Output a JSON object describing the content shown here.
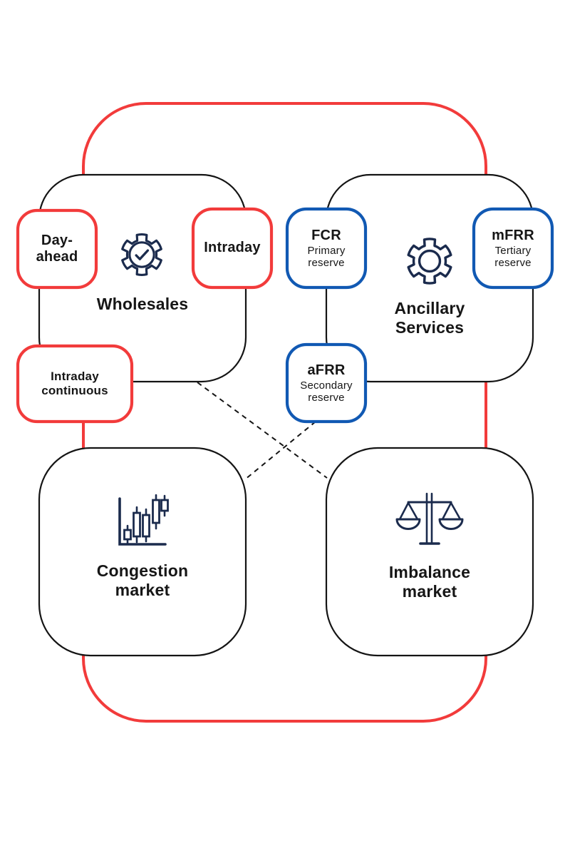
{
  "palette": {
    "red": "#f23b3b",
    "blue": "#1159b3",
    "navy": "#1b2b4d",
    "line": "#141414",
    "text": "#161616",
    "bg": "#ffffff"
  },
  "diagram": {
    "groups": {
      "wholesales": {
        "label": "Wholesales",
        "icon": "badge-check-icon"
      },
      "ancillary": {
        "label": "Ancillary\nServices",
        "icon": "gear-icon"
      },
      "congestion": {
        "label": "Congestion\nmarket",
        "icon": "candlestick-chart-icon"
      },
      "imbalance": {
        "label": "Imbalance\nmarket",
        "icon": "balance-scale-icon"
      }
    },
    "tags": {
      "day_ahead": {
        "label": "Day-\nahead",
        "accent": "red"
      },
      "intraday": {
        "label": "Intraday",
        "accent": "red"
      },
      "intraday_continuous": {
        "label": "Intraday\ncontinuous",
        "accent": "red"
      },
      "fcr": {
        "title": "FCR",
        "subtitle": "Primary\nreserve",
        "accent": "blue"
      },
      "afrr": {
        "title": "aFRR",
        "subtitle": "Secondary\nreserve",
        "accent": "blue"
      },
      "mfrr": {
        "title": "mFRR",
        "subtitle": "Tertiary\nreserve",
        "accent": "blue"
      }
    }
  }
}
